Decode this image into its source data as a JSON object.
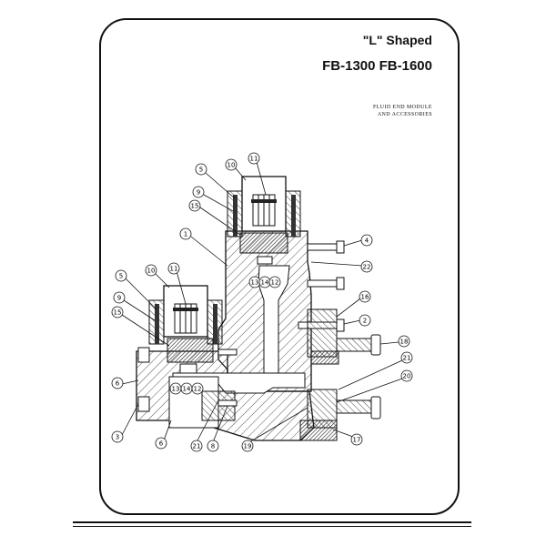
{
  "header": {
    "title_line1": "\"L\" Shaped",
    "title_line2": "FB-1300  FB-1600",
    "subtitle_line1": "FLUID END MODULE",
    "subtitle_line2": "AND ACCESSORIES"
  },
  "colors": {
    "line": "#111111",
    "hatch": "#555555",
    "dark": "#2a2a2a",
    "paper": "#ffffff"
  },
  "callouts": [
    {
      "id": "c-5-top",
      "label": "5"
    },
    {
      "id": "c-10-top",
      "label": "10"
    },
    {
      "id": "c-11-top",
      "label": "11"
    },
    {
      "id": "c-9-top",
      "label": "9"
    },
    {
      "id": "c-15-top",
      "label": "15"
    },
    {
      "id": "c-1",
      "label": "1"
    },
    {
      "id": "c-4",
      "label": "4"
    },
    {
      "id": "c-22",
      "label": "22"
    },
    {
      "id": "c-13-top",
      "label": "13"
    },
    {
      "id": "c-14-top",
      "label": "14"
    },
    {
      "id": "c-12-top",
      "label": "12"
    },
    {
      "id": "c-16",
      "label": "16"
    },
    {
      "id": "c-2",
      "label": "2"
    },
    {
      "id": "c-5-left",
      "label": "5"
    },
    {
      "id": "c-10-left",
      "label": "10"
    },
    {
      "id": "c-11-left",
      "label": "11"
    },
    {
      "id": "c-9-left",
      "label": "9"
    },
    {
      "id": "c-15-left",
      "label": "15"
    },
    {
      "id": "c-18",
      "label": "18"
    },
    {
      "id": "c-21-right",
      "label": "21"
    },
    {
      "id": "c-6-left",
      "label": "6"
    },
    {
      "id": "c-13-left",
      "label": "13"
    },
    {
      "id": "c-14-left",
      "label": "14"
    },
    {
      "id": "c-12-left",
      "label": "12"
    },
    {
      "id": "c-20",
      "label": "20"
    },
    {
      "id": "c-3",
      "label": "3"
    },
    {
      "id": "c-6-bottom",
      "label": "6"
    },
    {
      "id": "c-21-bottom",
      "label": "21"
    },
    {
      "id": "c-8",
      "label": "8"
    },
    {
      "id": "c-19",
      "label": "19"
    },
    {
      "id": "c-17",
      "label": "17"
    }
  ]
}
